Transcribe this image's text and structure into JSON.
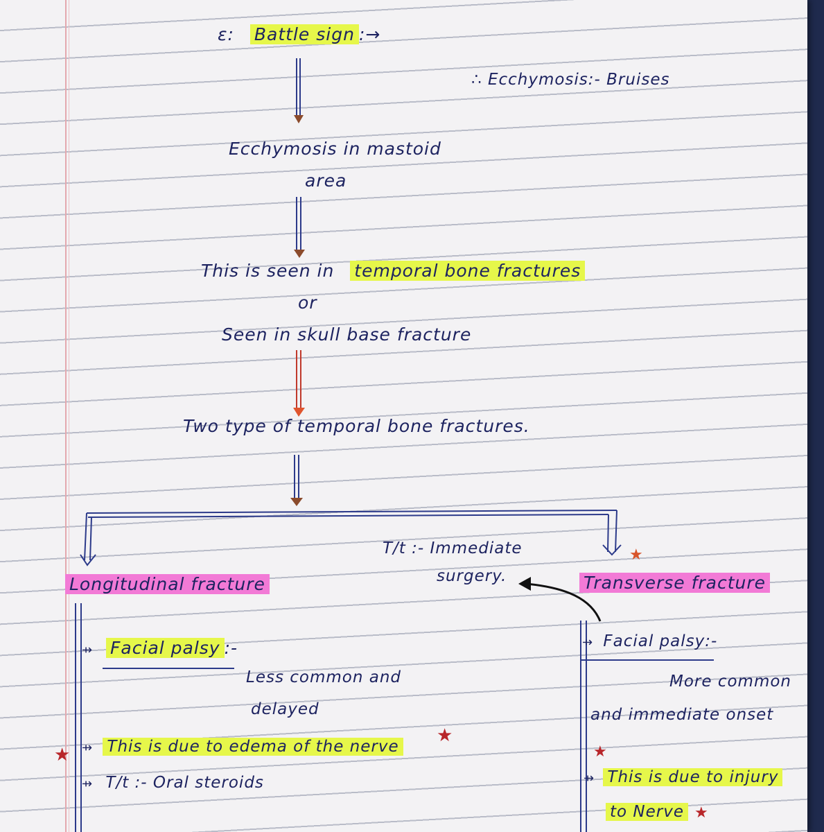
{
  "notes": {
    "title_prefix": "ε:",
    "title": "Battle sign",
    "title_suffix": ":→",
    "side_note": "∴ Ecchymosis:- Bruises",
    "ecchymosis_line1": "Ecchymosis in mastoid",
    "ecchymosis_line2": "area",
    "seen_prefix": "This is seen in",
    "seen_highlight": "temporal bone fractures",
    "or_text": "or",
    "skull_base": "Seen in skull base fracture",
    "two_types": "Two type of temporal bone fractures.",
    "treatment_line1": "T/t :- Immediate",
    "treatment_line2": "surgery."
  },
  "longitudinal": {
    "heading": "Longitudinal fracture",
    "bullet_mark": "⇸",
    "facial_palsy": "Facial palsy",
    "facial_palsy_suffix": ":-",
    "desc_line1": "Less common and",
    "desc_line2": "delayed",
    "edema": "This is due to edema of the nerve",
    "treatment": "T/t :-  Oral steroids"
  },
  "transverse": {
    "heading": "Transverse fracture",
    "bullet_mark": "⇸",
    "facial_palsy": "Facial palsy:-",
    "desc_line1": "More common",
    "desc_line2": "and immediate onset",
    "injury_line1": "This is due to injury",
    "injury_line2": "to Nerve"
  },
  "colors": {
    "ink": "#1d2360",
    "highlight_yellow": "#e6f74a",
    "highlight_pink": "#f27ad6",
    "star": "#b8262a",
    "star_orange": "#d8542a",
    "paper": "#f3f2f4"
  },
  "icons": {
    "star": "★",
    "arrow": "arrow-down-icon"
  }
}
